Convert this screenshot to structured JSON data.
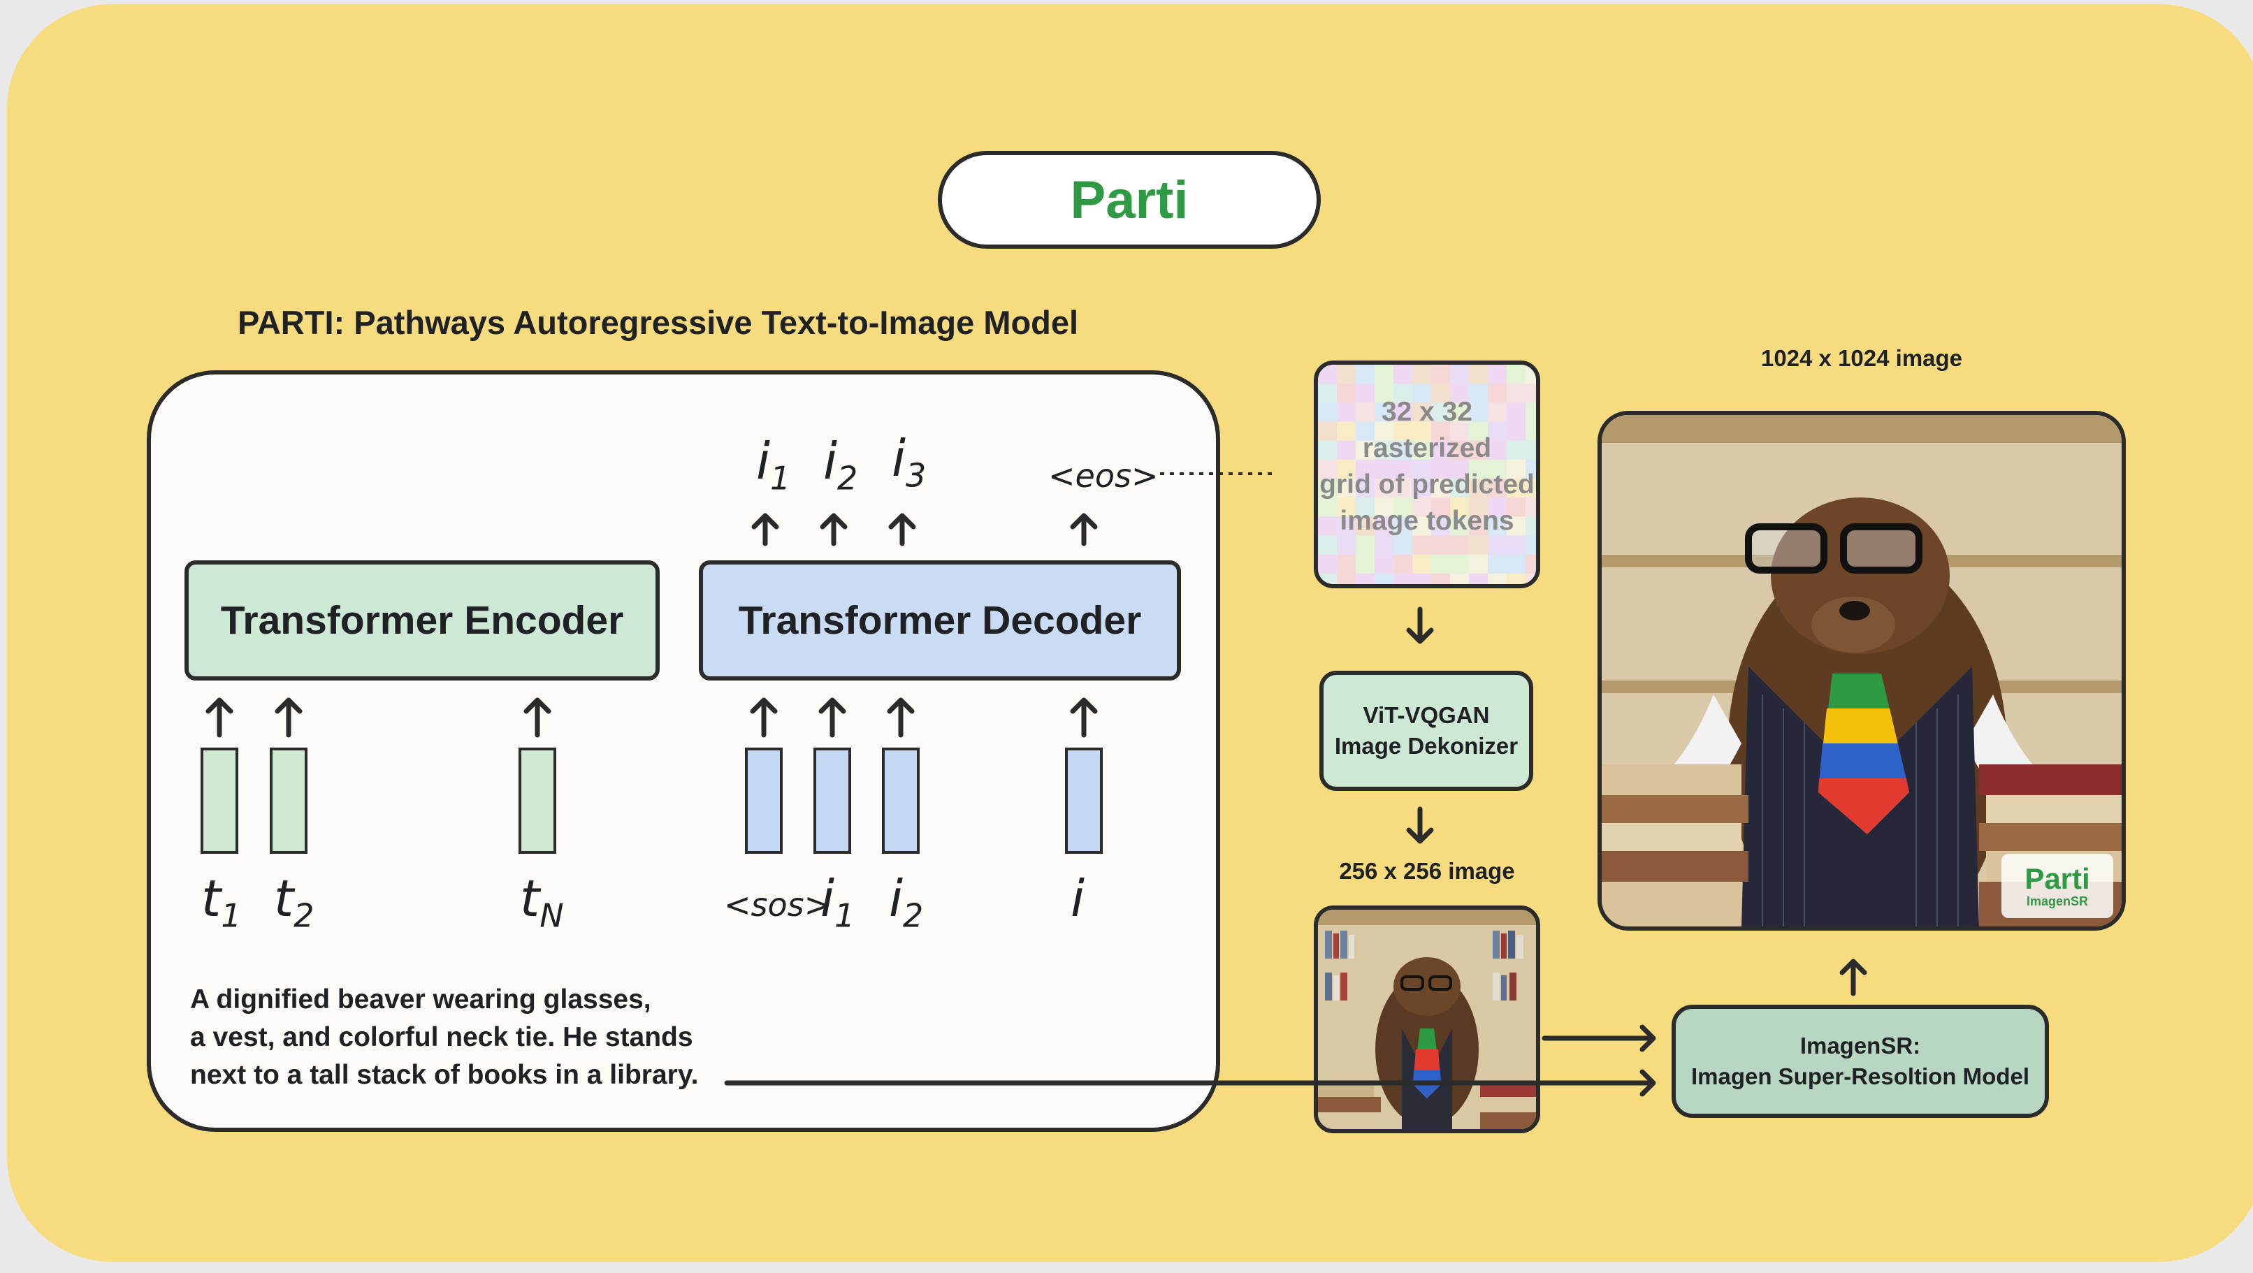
{
  "slide_title": "Parti",
  "subtitle": "PARTI: Pathways Autoregressive Text-to-Image Model",
  "encoder_label": "Transformer Encoder",
  "decoder_label": "Transformer Decoder",
  "encoder_inputs": [
    {
      "base": "t",
      "sub": "1"
    },
    {
      "base": "t",
      "sub": "2"
    },
    {
      "base": "t",
      "sub": "N"
    }
  ],
  "decoder_inputs": [
    {
      "base": "<sos>",
      "sub": ""
    },
    {
      "base": "i",
      "sub": "1"
    },
    {
      "base": "i",
      "sub": "2"
    },
    {
      "base": "i",
      "sub": ""
    }
  ],
  "decoder_outputs": [
    {
      "base": "i",
      "sub": "1"
    },
    {
      "base": "i",
      "sub": "2"
    },
    {
      "base": "i",
      "sub": "3"
    },
    {
      "base": "<eos>",
      "sub": ""
    }
  ],
  "caption": [
    "A dignified beaver wearing glasses,",
    "a vest, and colorful neck tie. He stands",
    "next to a tall stack of books in a library."
  ],
  "token_grid_text": [
    "32 x 32",
    "rasterized",
    "grid of predicted",
    "image tokens"
  ],
  "detokenizer_label": [
    "ViT-VQGAN",
    "Image Dekonizer"
  ],
  "small_image_label": "256 x 256 image",
  "large_image_label": "1024 x 1024 image",
  "super_res_label": [
    "ImagenSR:",
    "Imagen Super-Resoltion Model"
  ],
  "watermark": {
    "name": "Parti",
    "sub": "ImagenSR"
  },
  "colors": {
    "background": "#f6dc7e",
    "encoder": "#cde8d4",
    "decoder": "#c9dcf4",
    "title_text": "#2e9a44",
    "super_res": "#b7d7c2"
  }
}
